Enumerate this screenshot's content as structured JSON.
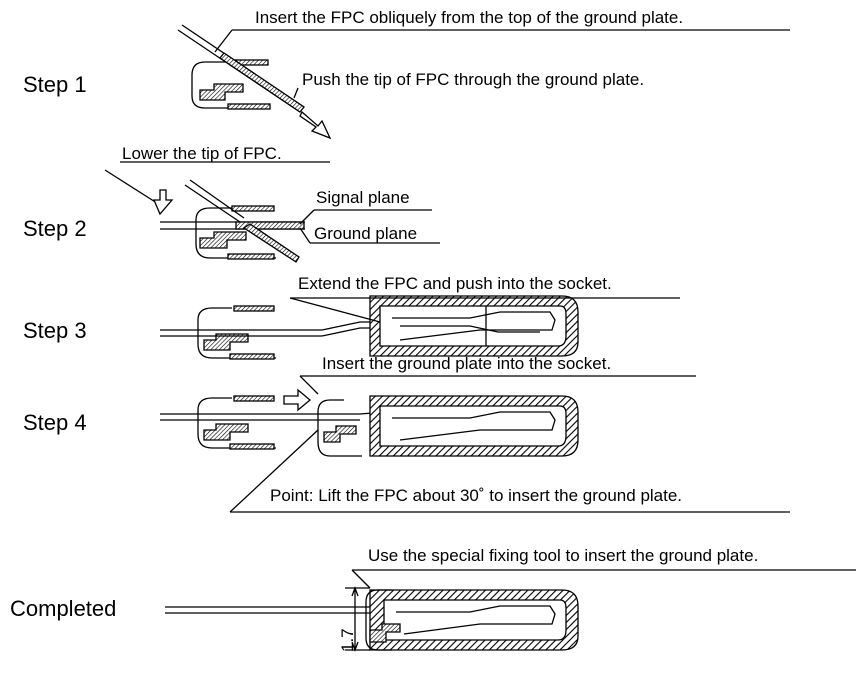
{
  "steps": [
    {
      "label": "Step 1",
      "annotations": [
        "Insert the FPC obliquely from the top of the ground plate.",
        "Push the tip of FPC through the ground plate."
      ]
    },
    {
      "label": "Step 2",
      "annotations": [
        "Lower the tip of FPC.",
        "Signal plane",
        "Ground plane"
      ]
    },
    {
      "label": "Step 3",
      "annotations": [
        "Extend the FPC and push into the socket."
      ]
    },
    {
      "label": "Step 4",
      "annotations": [
        "Insert the ground plate into the socket.",
        "Point: Lift the FPC about 30˚ to insert the ground plate."
      ]
    },
    {
      "label": "Completed",
      "annotations": [
        "Use the special fixing tool to insert the ground plate."
      ]
    }
  ],
  "dimension": "1.7"
}
